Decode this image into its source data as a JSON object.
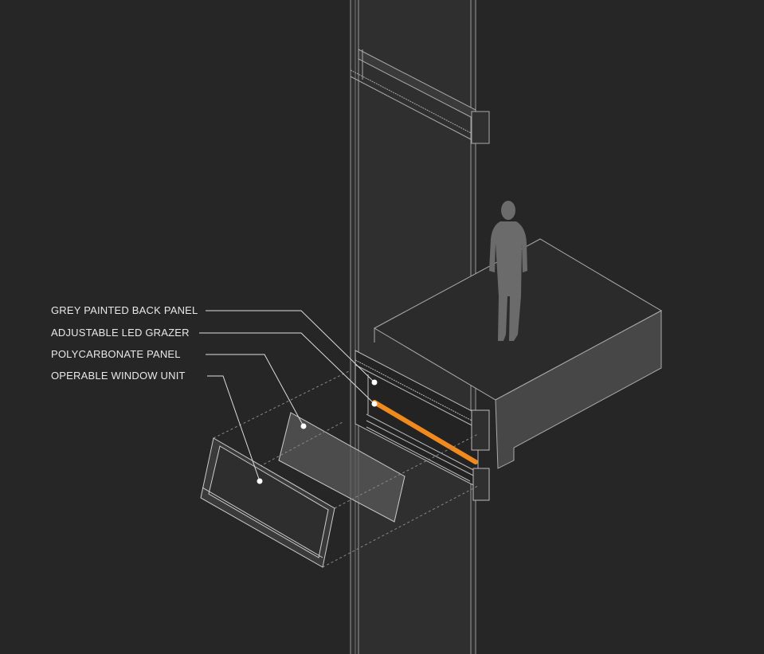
{
  "labels": [
    "GREY PAINTED BACK PANEL",
    "ADJUSTABLE LED GRAZER",
    "POLYCARBONATE PANEL",
    "OPERABLE WINDOW UNIT"
  ],
  "colors": {
    "background": "#262626",
    "led": "#f08a1e",
    "line": "#bdbdbd"
  }
}
